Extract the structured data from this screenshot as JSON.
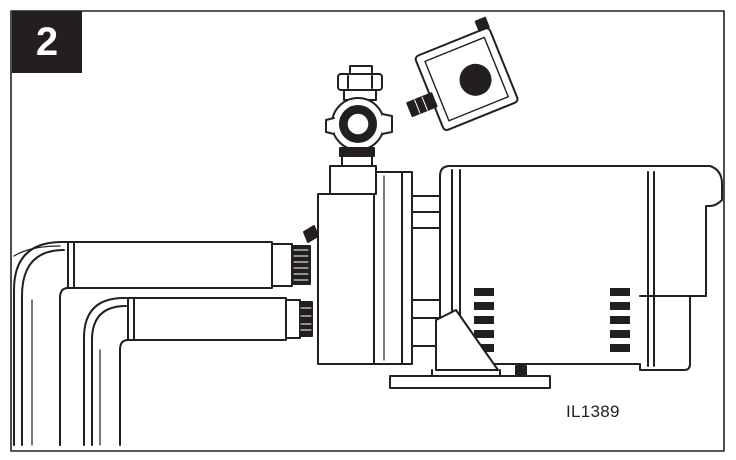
{
  "step": {
    "number": "2"
  },
  "figure": {
    "id": "IL1389"
  },
  "colors": {
    "ink": "#231f20",
    "paper": "#ffffff"
  },
  "parts": {
    "pressure_switch": "pressure-switch",
    "valve_fitting": "valve-fitting",
    "pump_housing": "pump-housing",
    "motor": "motor",
    "upper_pipe": "suction-pipe-upper",
    "lower_pipe": "suction-pipe-lower",
    "base": "pump-base"
  }
}
